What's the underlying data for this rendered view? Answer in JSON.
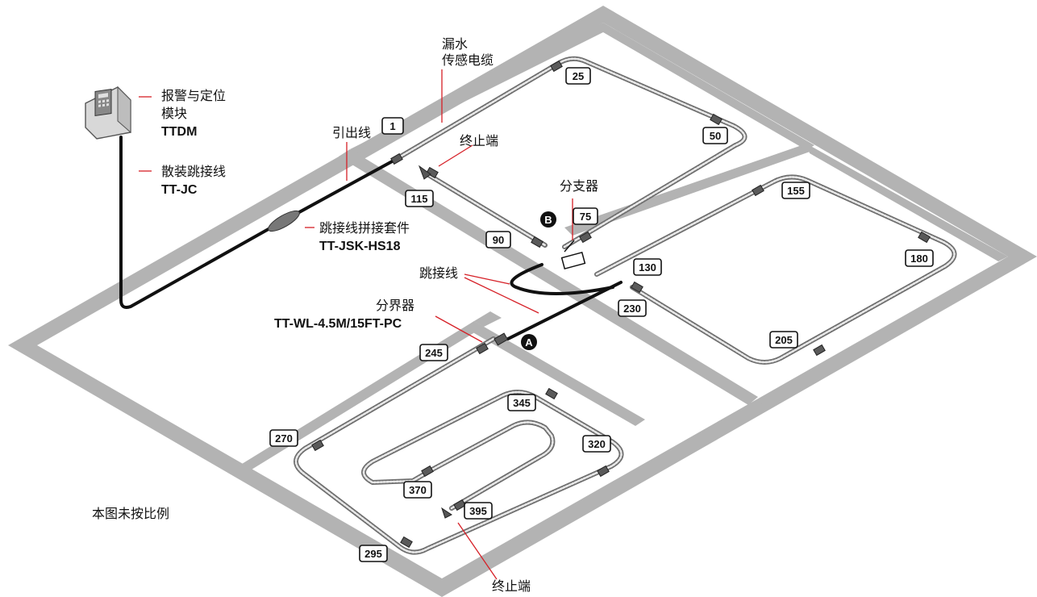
{
  "labels": {
    "leak_cable_line1": "漏水",
    "leak_cable_line2": "传感电缆",
    "alarm_module_line1": "报警与定位",
    "alarm_module_line2": "模块",
    "alarm_module_model": "TTDM",
    "lead_wire": "引出线",
    "terminator_top": "终止端",
    "loose_jumper": "散装跳接线",
    "loose_jumper_model": "TT-JC",
    "branch": "分支器",
    "splice_kit": "跳接线拼接套件",
    "splice_kit_model": "TT-JSK-HS18",
    "jumper": "跳接线",
    "boundary": "分界器",
    "boundary_model": "TT-WL-4.5M/15FT-PC",
    "terminator_bottom": "终止端",
    "not_to_scale": "本图未按比例",
    "point_a": "A",
    "point_b": "B"
  },
  "distance_tags": [
    "1",
    "25",
    "50",
    "115",
    "75",
    "90",
    "155",
    "180",
    "130",
    "230",
    "205",
    "245",
    "345",
    "320",
    "270",
    "370",
    "395",
    "295"
  ],
  "colors": {
    "floor": "#b3b3b3",
    "leader": "#d62027",
    "cable": "#6f6f6f",
    "wire": "#111111"
  }
}
